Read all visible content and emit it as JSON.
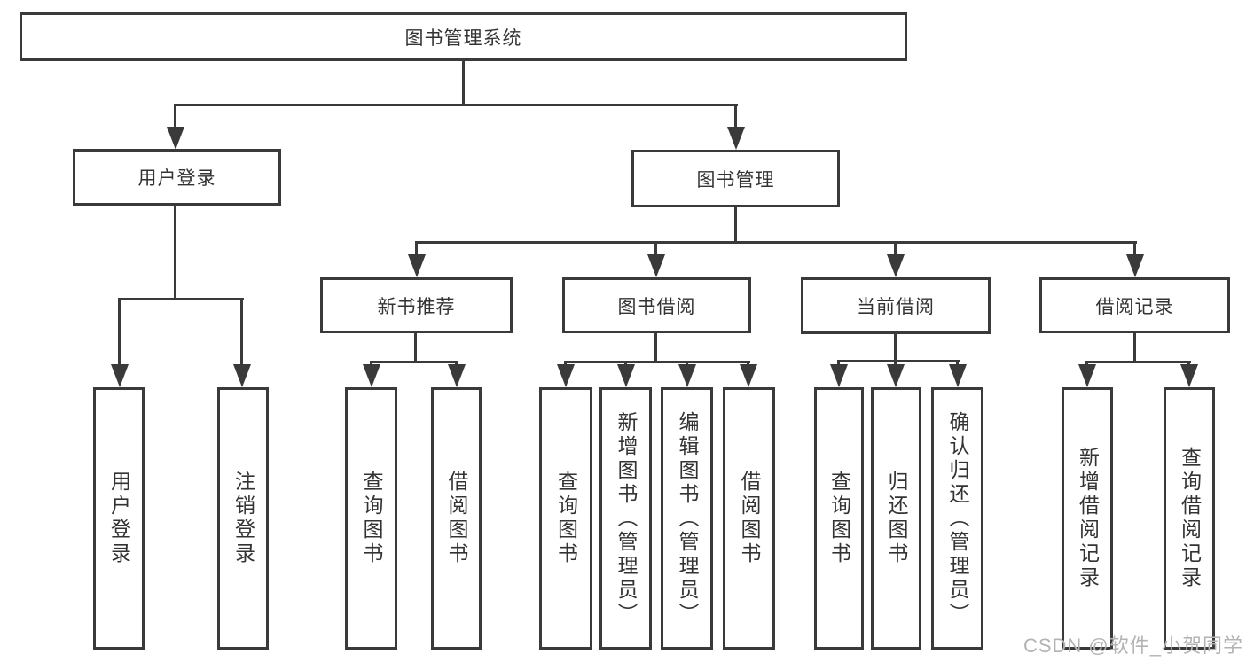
{
  "root": {
    "label": "图书管理系统",
    "children": [
      {
        "label": "用户登录",
        "children": [
          {
            "label": "用户登录"
          },
          {
            "label": "注销登录"
          }
        ]
      },
      {
        "label": "图书管理",
        "children": [
          {
            "label": "新书推荐",
            "children": [
              {
                "label": "查询图书"
              },
              {
                "label": "借阅图书"
              }
            ]
          },
          {
            "label": "图书借阅",
            "children": [
              {
                "label": "查询图书"
              },
              {
                "label": "新增图书（管理员）"
              },
              {
                "label": "编辑图书（管理员）"
              },
              {
                "label": "借阅图书"
              }
            ]
          },
          {
            "label": "当前借阅",
            "children": [
              {
                "label": "查询图书"
              },
              {
                "label": "归还图书"
              },
              {
                "label": "确认归还（管理员）"
              }
            ]
          },
          {
            "label": "借阅记录",
            "children": [
              {
                "label": "新增借阅记录"
              },
              {
                "label": "查询借阅记录"
              }
            ]
          }
        ]
      }
    ]
  },
  "watermark": "CSDN @软件_小贺同学",
  "colors": {
    "line": "#3a3a3a",
    "text": "#333333",
    "watermark": "#b3b3b3",
    "background": "#ffffff"
  }
}
